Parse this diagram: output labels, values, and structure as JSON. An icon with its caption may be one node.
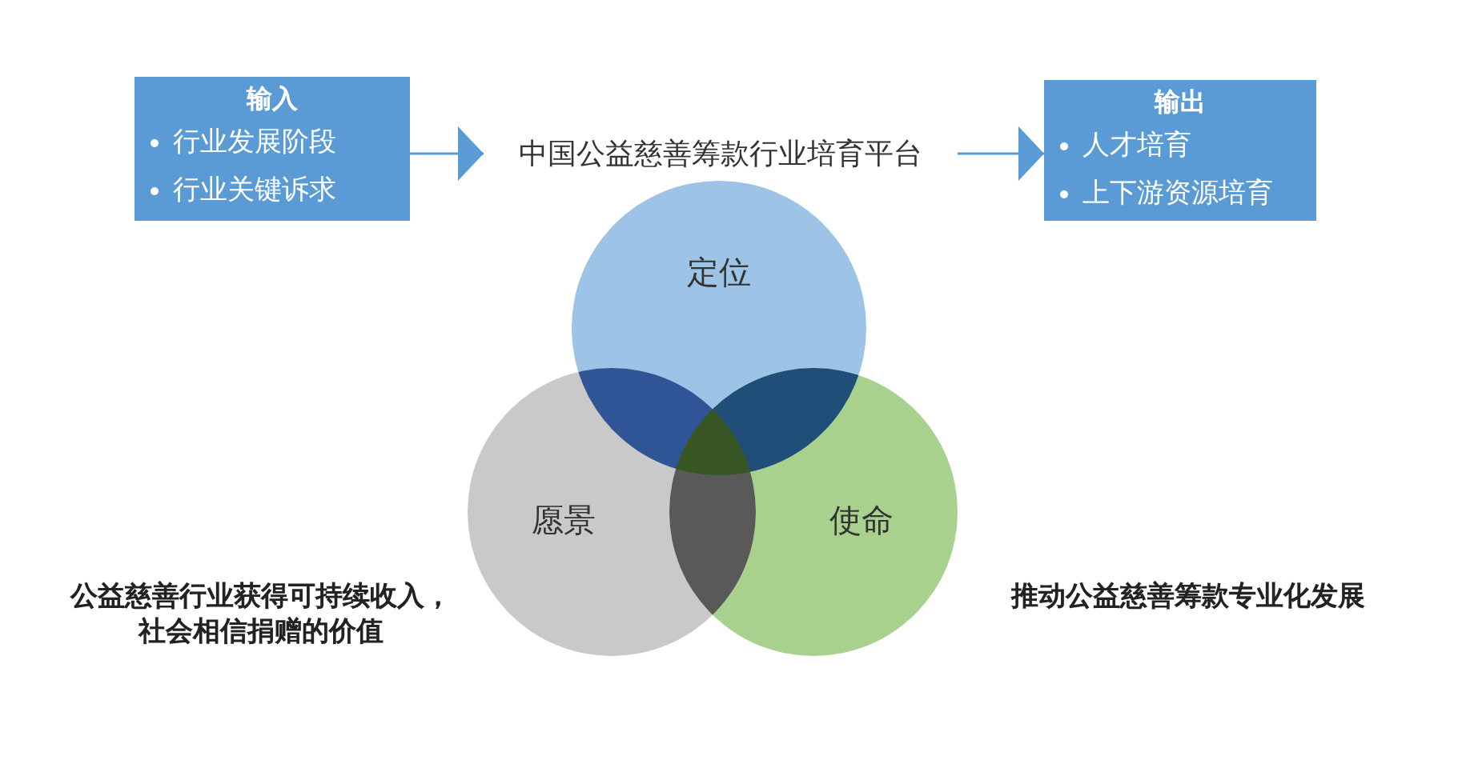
{
  "diagram": {
    "nodes": [
      {
        "text": [
          "输入",
          "行业发展阶段",
          "行业关键诉求"
        ]
      },
      {
        "text": [
          "中国公益慈善筹款行业培育平台"
        ]
      },
      {
        "text": [
          "输出",
          "人才培育",
          "上下游资源培育"
        ]
      },
      {
        "text": [
          "定位"
        ]
      },
      {
        "text": [
          "愿景"
        ]
      },
      {
        "text": [
          "使命"
        ]
      }
    ],
    "edges": [
      {
        "from": 0,
        "to": 1,
        "arrow": "to"
      },
      {
        "from": 1,
        "to": 2,
        "arrow": "to"
      }
    ],
    "labels": [
      "公益慈善行业获得可持续收入，社会相信捐赠的价值",
      "推动公益慈善筹款专业化发展"
    ]
  }
}
